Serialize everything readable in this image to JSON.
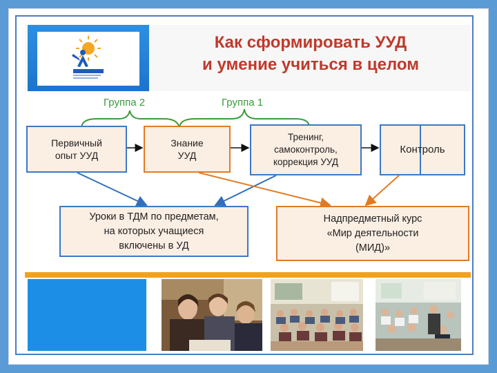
{
  "title": {
    "line1": "Как сформировать УУД",
    "line2": "и умение учиться в целом"
  },
  "groups": {
    "group2": "Группа 2",
    "group1": "Группа 1"
  },
  "boxes": {
    "first_experience": [
      "Первичный",
      "опыт УУД"
    ],
    "knowledge": [
      "Знание",
      "УУД"
    ],
    "training": [
      "Тренинг,",
      "самоконтроль,",
      "коррекция УУД"
    ],
    "control": "Контроль"
  },
  "bottom": {
    "lessons": [
      "Уроки в ТДМ по предметам,",
      "на которых учащиеся",
      "включены в УД"
    ],
    "course": [
      "Надпредметный курс",
      "«Мир деятельности",
      "(МИД)»"
    ]
  },
  "colors": {
    "title": "#c0392b",
    "group_label": "#3a9a3a",
    "blue_border": "#3c78c4",
    "orange_border": "#e07b24",
    "box_fill": "#fbeee3",
    "strip": "#f0a21f",
    "blue_block": "#1c8ee6"
  },
  "icons": {
    "logo": "school-2000-logo",
    "photos": [
      "teachers-photo",
      "classroom-photo",
      "students-photo"
    ]
  }
}
